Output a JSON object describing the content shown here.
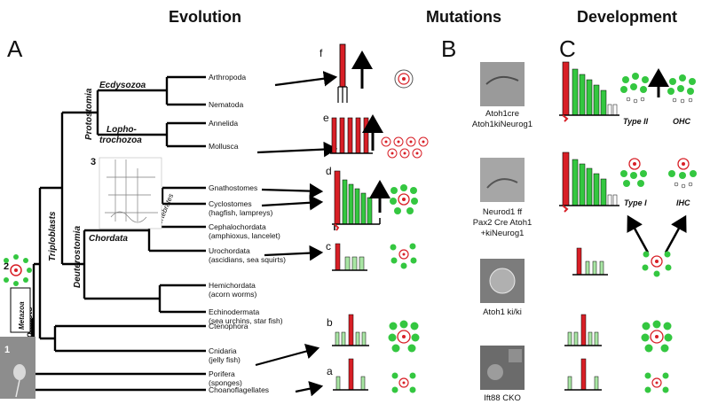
{
  "headers": {
    "evolution": "Evolution",
    "mutations": "Mutations",
    "development": "Development"
  },
  "panels": {
    "a": "A",
    "b": "B",
    "c": "C"
  },
  "tree": {
    "taxa": [
      "Arthropoda",
      "Nematoda",
      "Annelida",
      "Mollusca",
      "Gnathostomes",
      "Cyclostomes",
      "(hagfish, lampreys)",
      "Cephalochordata",
      "(amphioxus, lancelet)",
      "Urochordata",
      "(ascidians, sea squirts)",
      "Hemichordata",
      "(acorn worms)",
      "Echinodermata",
      "(sea urchins, star fish)",
      "Ctenophora",
      "Cnidaria",
      "(jelly fish)",
      "Porifera",
      "(sponges)",
      "Choanoflagellates"
    ],
    "clades": {
      "ecdysozoa": "Ecdysozoa",
      "lopho1": "Lopho-",
      "lopho2": "trochozoa",
      "chordata": "Chordata",
      "vertebrates": "Vertebrates",
      "protostomia": "Protostomia",
      "deuterostomia": "Deuterostomia",
      "triploblasts": "Triploblasts",
      "diploblasts": "Diploblasts",
      "metazoa": "Metazoa"
    },
    "numbers": {
      "n1": "1",
      "n2": "2",
      "n3": "3"
    },
    "letters": {
      "f": "f",
      "e": "e",
      "d": "d",
      "c": "c",
      "b": "b",
      "a": "a"
    }
  },
  "mutations": [
    {
      "line1": "Atoh1cre",
      "line2": "Atoh1kiNeurog1",
      "line3": ""
    },
    {
      "line1": "Neurod1 ff",
      "line2": "Pax2 Cre Atoh1",
      "line3": "+kiNeurog1"
    },
    {
      "line1": "Atoh1 ki/ki",
      "line2": "",
      "line3": ""
    },
    {
      "line1": "Ift88 CKO",
      "line2": "",
      "line3": ""
    }
  ],
  "development": {
    "type2": "Type II",
    "ohc": "OHC",
    "type1": "Type I",
    "ihc": "IHC"
  },
  "colors": {
    "red": "#d81f26",
    "pink": "#f3a9a9",
    "green": "#34c740",
    "lightgreen": "#a9e6a4",
    "black": "#000000"
  }
}
